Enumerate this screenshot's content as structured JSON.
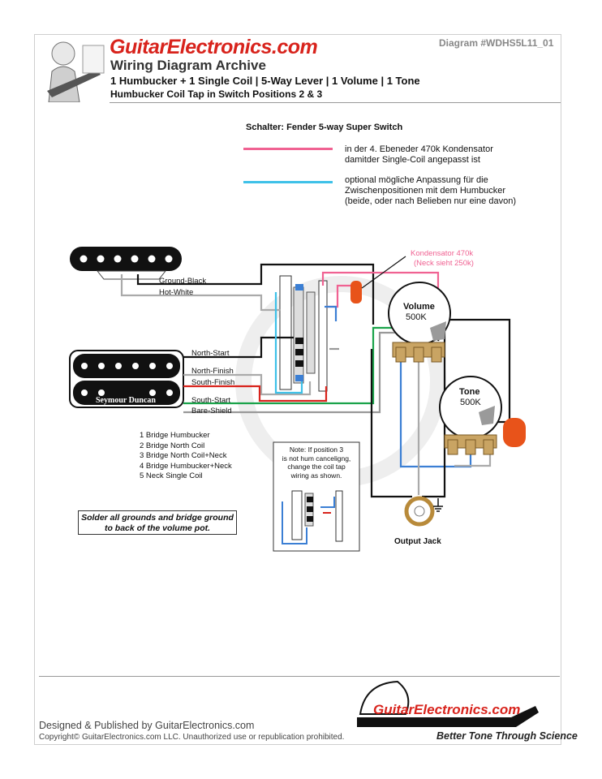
{
  "header": {
    "brand": "GuitarElectronics.com",
    "archive": "Wiring Diagram Archive",
    "subtitle1": "1 Humbucker + 1 Single Coil | 5-Way Lever | 1 Volume | 1 Tone",
    "subtitle2": "Humbucker Coil Tap in Switch Positions 2 & 3",
    "diagram_id": "Diagram #WDHS5L11_01"
  },
  "legend": {
    "switch_title": "Schalter: Fender 5-way Super Switch",
    "pink_line1": "in der 4. Ebeneder 470k Kondensator",
    "pink_line2": "damitder Single-Coil angepasst ist",
    "blue_line1": "optional mögliche Anpassung für die",
    "blue_line2": "Zwischenpositionen mit dem Humbucker",
    "blue_line3": "(beide, oder nach Belieben nur eine davon)",
    "pink_color": "#f06292",
    "blue_color": "#3ec1e8"
  },
  "wires": {
    "ground_black": "Ground-Black",
    "hot_white": "Hot-White",
    "north_start": "North-Start",
    "north_finish": "North-Finish",
    "south_finish": "South-Finish",
    "south_start": "South-Start",
    "bare_shield": "Bare-Shield"
  },
  "components": {
    "humbucker_brand": "Seymour Duncan",
    "cap_label1": "Kondensator 470k",
    "cap_label2": "(Neck sieht 250k)",
    "volume_label": "Volume",
    "volume_value": "500K",
    "tone_label": "Tone",
    "tone_value": "500K",
    "output_jack": "Output Jack"
  },
  "positions": [
    "1 Bridge Humbucker",
    "2 Bridge North Coil",
    "3 Bridge North Coil+Neck",
    "4 Bridge Humbucker+Neck",
    "5 Neck Single Coil"
  ],
  "solder_note": {
    "line1": "Solder all grounds and bridge ground",
    "line2": "to back of the volume pot."
  },
  "position3_note": {
    "line1": "Note: If position 3",
    "line2": "is not hum canceligng,",
    "line3": "change the coil tap",
    "line4": "wiring as shown."
  },
  "footer": {
    "designed": "Designed & Published by GuitarElectronics.com",
    "copyright": "Copyright© GuitarElectronics.com LLC.  Unauthorized use or republication prohibited.",
    "brand": "GuitarElectronics.com",
    "tagline": "Better Tone Through Science"
  }
}
